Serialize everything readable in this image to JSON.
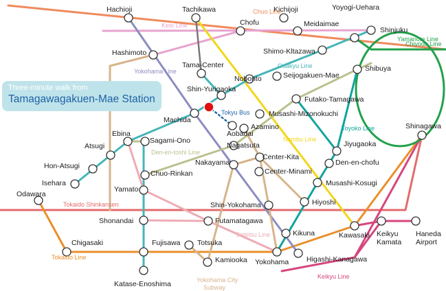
{
  "colors": {
    "chuo": "#f08a5d",
    "keio": "#e7a4cf",
    "yamanote": "#22a04a",
    "chiyoda": "#22a04a",
    "yokohama": "#8c8cc2",
    "nambu": "#f2d619",
    "odakyu": "#45b5b8",
    "denentoshi": "#bbc08e",
    "tokyu_toyoko": "#12a39c",
    "tokaido_shinkansen": "#e36b6b",
    "tokaido": "#ea8f2a",
    "sotetsu": "#eeabb5",
    "keikyu": "#d5467e",
    "subway": "#d6b48b",
    "gray": "#777777",
    "highlight": "#e01010"
  },
  "callout": {
    "line1": "Three-minute walk from",
    "line2": "Tamagawagakuen-Mae Station"
  },
  "lines": [
    {
      "id": "chuo",
      "label": "Chuo Line"
    },
    {
      "id": "keio",
      "label": "Keio Line"
    },
    {
      "id": "yamanote",
      "label": "Yamanote Line"
    },
    {
      "id": "chiyoda",
      "label": "Chiyoda Line"
    },
    {
      "id": "yokohama",
      "label": "Yokohama Line"
    },
    {
      "id": "odakyu",
      "label": "Odakyu Line"
    },
    {
      "id": "tokyubus",
      "label": "Tokyu Bus"
    },
    {
      "id": "toyoko",
      "label": "Toyoko Line"
    },
    {
      "id": "nambu",
      "label": "Nambu Line"
    },
    {
      "id": "denentoshi",
      "label": "Den-en-toshi Line"
    },
    {
      "id": "shinkansen",
      "label": "Tokaido Shinkansen"
    },
    {
      "id": "sotetsu",
      "label": "Sotetsu Line"
    },
    {
      "id": "tokaido",
      "label": "Tokaido Line"
    },
    {
      "id": "subway",
      "label": "Yokohama City\nSubway"
    },
    {
      "id": "keikyu",
      "label": "Keikyu Line"
    }
  ],
  "stations": [
    {
      "id": "hachioji",
      "name": "Hachioji"
    },
    {
      "id": "tachikawa",
      "name": "Tachikawa"
    },
    {
      "id": "kichijoji",
      "name": "Kichijoji"
    },
    {
      "id": "yoyogiuehara",
      "name": "Yoyogi-Uehara"
    },
    {
      "id": "chofu",
      "name": "Chofu"
    },
    {
      "id": "meidaimae",
      "name": "Meidaimae"
    },
    {
      "id": "shinjuku",
      "name": "Shinjuku"
    },
    {
      "id": "hashimoto",
      "name": "Hashimoto"
    },
    {
      "id": "shimokitazawa",
      "name": "Shimo-Kltazawa"
    },
    {
      "id": "tamacenter",
      "name": "Tama-Center"
    },
    {
      "id": "noborito",
      "name": "Noborito"
    },
    {
      "id": "seijogakuen",
      "name": "Seijogakuen-Mae"
    },
    {
      "id": "shibuya",
      "name": "Shibuya"
    },
    {
      "id": "shinyurigaoka",
      "name": "Shin-Yurigaoka"
    },
    {
      "id": "futakotamagawa",
      "name": "Futako-Tamagawa"
    },
    {
      "id": "machida",
      "name": "Machida"
    },
    {
      "id": "musashimizonokuchi",
      "name": "Musashi-Mizonokuchi"
    },
    {
      "id": "aobadai",
      "name": "Aobadai"
    },
    {
      "id": "azamino",
      "name": "Azamino"
    },
    {
      "id": "ebina",
      "name": "Ebina"
    },
    {
      "id": "sagamiono",
      "name": "Sagami-Ono"
    },
    {
      "id": "atsugi",
      "name": "Atsugi"
    },
    {
      "id": "nagatsuta",
      "name": "Nagatsuta"
    },
    {
      "id": "jiyugaoka",
      "name": "Jiyugaoka"
    },
    {
      "id": "shinagawa",
      "name": "Shinagawa"
    },
    {
      "id": "centerkita",
      "name": "Center-Kita"
    },
    {
      "id": "denenchofu",
      "name": "Den-en-chofu"
    },
    {
      "id": "honatsugi",
      "name": "Hon-Atsugi"
    },
    {
      "id": "nakayama",
      "name": "Nakayama"
    },
    {
      "id": "centerminami",
      "name": "Center-Minami"
    },
    {
      "id": "chuorinkan",
      "name": "Chuo-Rinkan"
    },
    {
      "id": "isehara",
      "name": "Isehara"
    },
    {
      "id": "musashikosugi",
      "name": "Musashi-Kosugi"
    },
    {
      "id": "yamato",
      "name": "Yamato"
    },
    {
      "id": "odawara",
      "name": "Odawara"
    },
    {
      "id": "hiyoshi",
      "name": "Hiyoshi"
    },
    {
      "id": "shinyokohama",
      "name": "Shin-Yokohama"
    },
    {
      "id": "shonandai",
      "name": "Shonandai"
    },
    {
      "id": "futamatagawa",
      "name": "Futamatagawa"
    },
    {
      "id": "keikyukamata",
      "name": "Keikyu\nKamata"
    },
    {
      "id": "hanedaairport",
      "name": "Haneda\nAirport"
    },
    {
      "id": "kikuna",
      "name": "Kikuna"
    },
    {
      "id": "kawasaki",
      "name": "Kawasaki"
    },
    {
      "id": "chigasaki",
      "name": "Chigasaki"
    },
    {
      "id": "fujisawa",
      "name": "Fujisawa"
    },
    {
      "id": "totsuka",
      "name": "Totsuka"
    },
    {
      "id": "kamiooka",
      "name": "Kamiooka"
    },
    {
      "id": "yokohama",
      "name": "Yokohama"
    },
    {
      "id": "higashikanagawa",
      "name": "Higashi-Kanagawa"
    },
    {
      "id": "katase",
      "name": "Katase-Enoshima"
    },
    {
      "id": "tamagawagakuen",
      "name": "Tamagawagakuen-Mae"
    }
  ]
}
